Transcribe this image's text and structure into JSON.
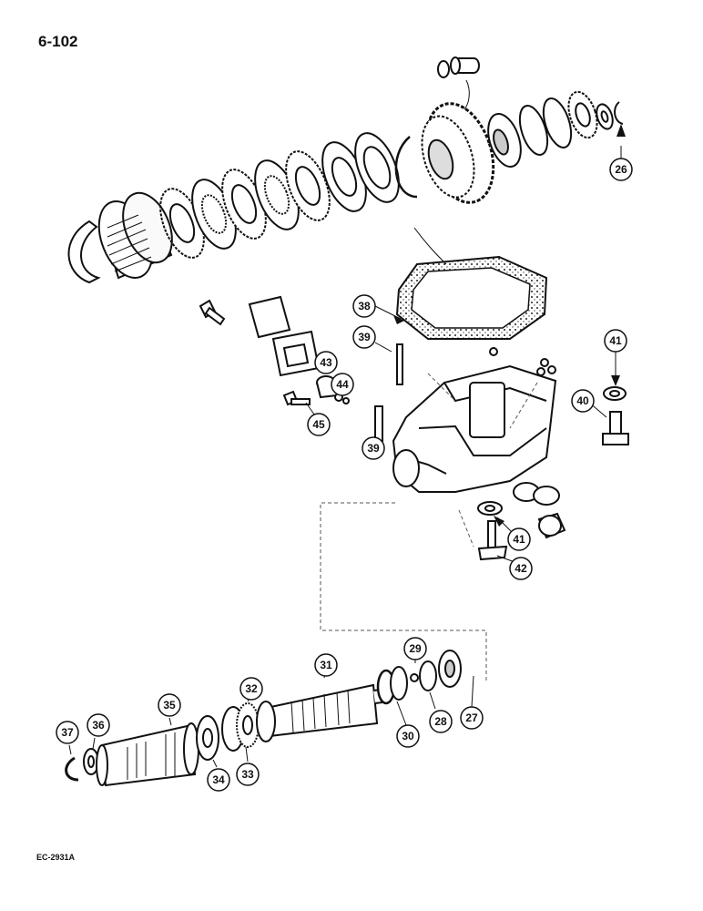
{
  "page": {
    "number": "6-102",
    "figure_code": "EC-2931A"
  },
  "callouts": [
    {
      "id": "26",
      "label": "26"
    },
    {
      "id": "27",
      "label": "27"
    },
    {
      "id": "28",
      "label": "28"
    },
    {
      "id": "29",
      "label": "29"
    },
    {
      "id": "30",
      "label": "30"
    },
    {
      "id": "31",
      "label": "31"
    },
    {
      "id": "32",
      "label": "32"
    },
    {
      "id": "33",
      "label": "33"
    },
    {
      "id": "34",
      "label": "34"
    },
    {
      "id": "35",
      "label": "35"
    },
    {
      "id": "36",
      "label": "36"
    },
    {
      "id": "37",
      "label": "37"
    },
    {
      "id": "38",
      "label": "38"
    },
    {
      "id": "39a",
      "label": "39"
    },
    {
      "id": "39b",
      "label": "39"
    },
    {
      "id": "40",
      "label": "40"
    },
    {
      "id": "41a",
      "label": "41"
    },
    {
      "id": "41b",
      "label": "41"
    },
    {
      "id": "42",
      "label": "42"
    },
    {
      "id": "43",
      "label": "43"
    },
    {
      "id": "44",
      "label": "44"
    },
    {
      "id": "45",
      "label": "45"
    }
  ],
  "colors": {
    "line": "#111111",
    "dashed": "#555555",
    "fill": "#f4f4f4"
  }
}
